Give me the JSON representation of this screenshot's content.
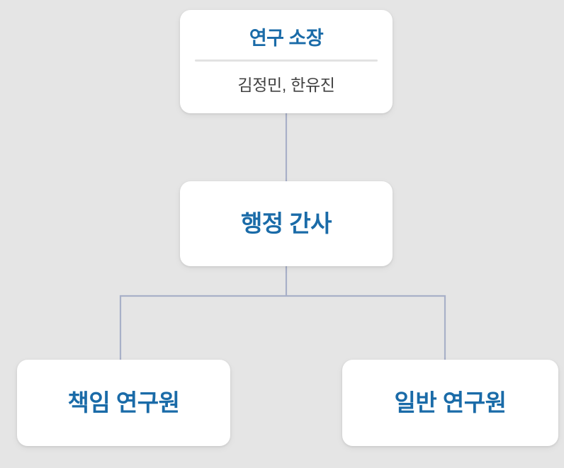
{
  "chart_data": {
    "type": "diagram",
    "diagram_type": "organization-chart",
    "title": "",
    "background_color": "#e5e5e5",
    "accent_color": "#1a6ba8",
    "connector_color": "#a8b0c8",
    "nodes": [
      {
        "id": "director",
        "title": "연구 소장",
        "subtitle": "김정민, 한유진",
        "has_divider": true,
        "level": 0
      },
      {
        "id": "secretary",
        "title": "행정 간사",
        "subtitle": "",
        "has_divider": false,
        "level": 1
      },
      {
        "id": "senior-researcher",
        "title": "책임 연구원",
        "subtitle": "",
        "has_divider": false,
        "level": 2
      },
      {
        "id": "general-researcher",
        "title": "일반 연구원",
        "subtitle": "",
        "has_divider": false,
        "level": 2
      }
    ],
    "edges": [
      {
        "from": "director",
        "to": "secretary"
      },
      {
        "from": "secretary",
        "to": "senior-researcher"
      },
      {
        "from": "secretary",
        "to": "general-researcher"
      }
    ]
  },
  "chart": {
    "director": {
      "title": "연구 소장",
      "subtitle": "김정민, 한유진"
    },
    "secretary": {
      "title": "행정 간사"
    },
    "senior_researcher": {
      "title": "책임 연구원"
    },
    "general_researcher": {
      "title": "일반 연구원"
    }
  }
}
